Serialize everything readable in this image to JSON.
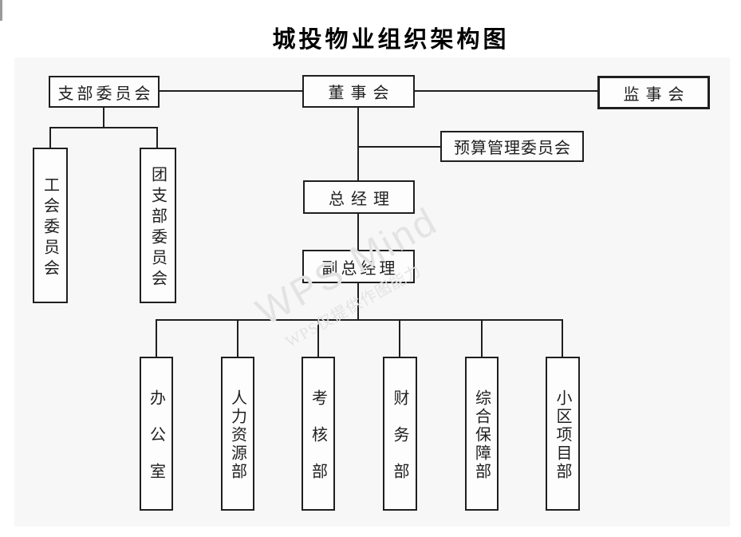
{
  "page": {
    "title": "城投物业组织架构图"
  },
  "watermark": {
    "line1": "WPS Mind",
    "line2": "WPS仅提供作图能力"
  },
  "colors": {
    "line": "#1f1f1f",
    "canvas_bg": "#f7f7f7",
    "box_bg": "#fdfdfd",
    "watermark": "#e3e3e3",
    "page_bg": "#ffffff"
  },
  "org_chart": {
    "nodes": {
      "branch_committee": {
        "label": "支部委员会"
      },
      "board": {
        "label": "董事会"
      },
      "supervisory_board": {
        "label": "监事会"
      },
      "budget_committee": {
        "label": "预算管理委员会"
      },
      "general_manager": {
        "label": "总经理"
      },
      "deputy_general_manager": {
        "label": "副总经理"
      },
      "union_committee": {
        "label": "工会委员会"
      },
      "youth_league_committee": {
        "label": "团支部委员会"
      },
      "office": {
        "label": "办公室"
      },
      "hr_dept": {
        "label": "人力资源部"
      },
      "assessment_dept": {
        "label": "考核部"
      },
      "finance_dept": {
        "label": "财务部"
      },
      "support_dept": {
        "label": "综合保障部"
      },
      "community_project_dept": {
        "label": "小区项目部"
      }
    },
    "edges": [
      {
        "from": "board",
        "to": "branch_committee"
      },
      {
        "from": "board",
        "to": "supervisory_board"
      },
      {
        "from": "board",
        "to": "budget_committee"
      },
      {
        "from": "board",
        "to": "general_manager"
      },
      {
        "from": "branch_committee",
        "to": "union_committee"
      },
      {
        "from": "branch_committee",
        "to": "youth_league_committee"
      },
      {
        "from": "general_manager",
        "to": "deputy_general_manager"
      },
      {
        "from": "deputy_general_manager",
        "to": "office"
      },
      {
        "from": "deputy_general_manager",
        "to": "hr_dept"
      },
      {
        "from": "deputy_general_manager",
        "to": "assessment_dept"
      },
      {
        "from": "deputy_general_manager",
        "to": "finance_dept"
      },
      {
        "from": "deputy_general_manager",
        "to": "support_dept"
      },
      {
        "from": "deputy_general_manager",
        "to": "community_project_dept"
      }
    ]
  }
}
